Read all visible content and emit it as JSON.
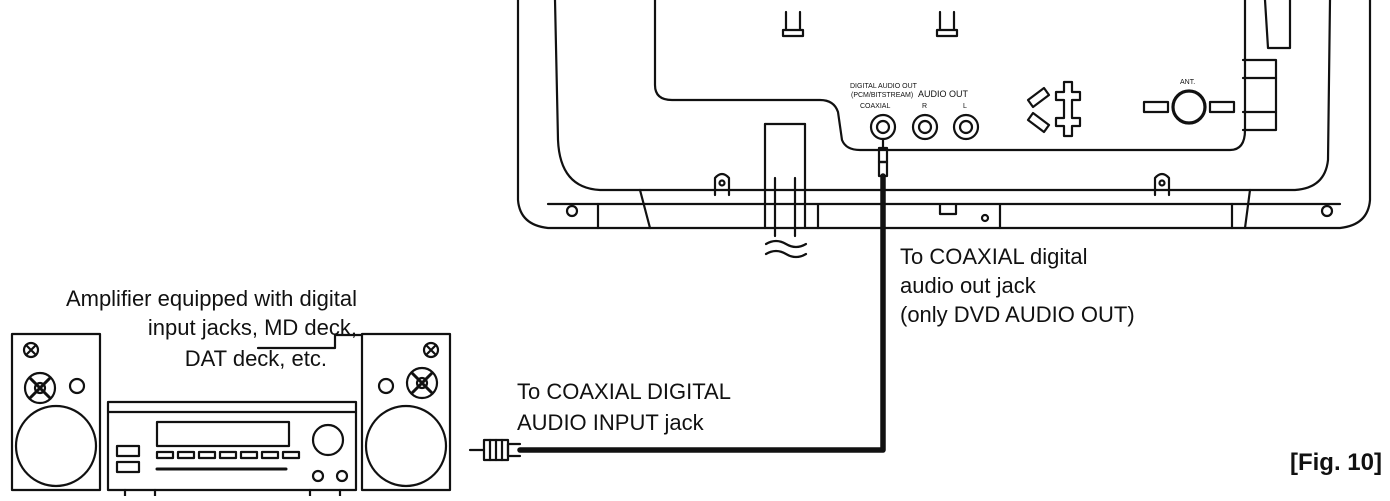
{
  "tv_panel": {
    "digital_audio_out_line1": "DIGITAL AUDIO OUT",
    "digital_audio_out_line2": "(PCM/BITSTREAM)",
    "coaxial_label": "COAXIAL",
    "audio_out_label": "AUDIO OUT",
    "right_label": "R",
    "left_label": "L",
    "ant_label": "ANT."
  },
  "labels": {
    "tv_jack": [
      "To COAXIAL digital",
      "audio out jack",
      "(only DVD AUDIO OUT)"
    ],
    "amp_jack": [
      "To COAXIAL DIGITAL",
      "AUDIO INPUT jack"
    ],
    "amplifier": [
      "Amplifier equipped with digital",
      "input jacks, MD deck,",
      "DAT deck, etc."
    ]
  },
  "figure_label": "[Fig. 10]"
}
